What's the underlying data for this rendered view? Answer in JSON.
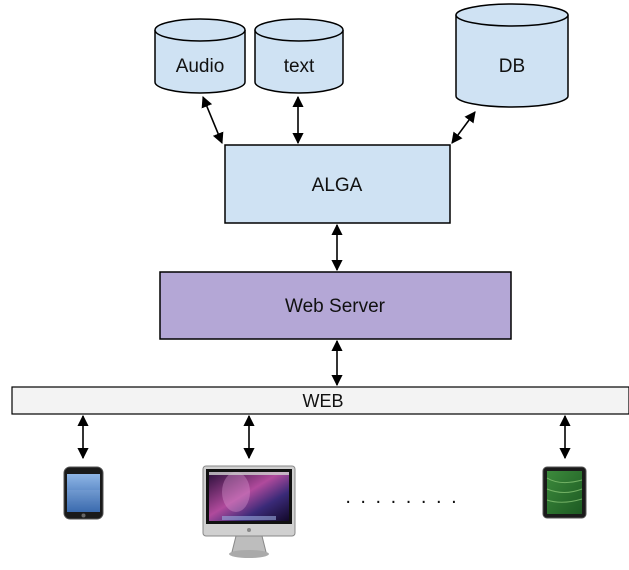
{
  "stores": {
    "audio": "Audio",
    "text": "text",
    "db": "DB"
  },
  "components": {
    "alga": "ALGA",
    "web_server": "Web Server",
    "web": "WEB"
  },
  "clients": {
    "ellipsis": ". . . . . . . .",
    "devices": [
      "phone-icon",
      "desktop-computer-icon",
      "tablet-icon"
    ]
  },
  "colors": {
    "store_fill": "#cfe2f3",
    "alga_fill": "#cfe2f3",
    "web_server_fill": "#b4a7d6",
    "web_bar_fill": "#f3f3f3",
    "stroke": "#000000"
  }
}
